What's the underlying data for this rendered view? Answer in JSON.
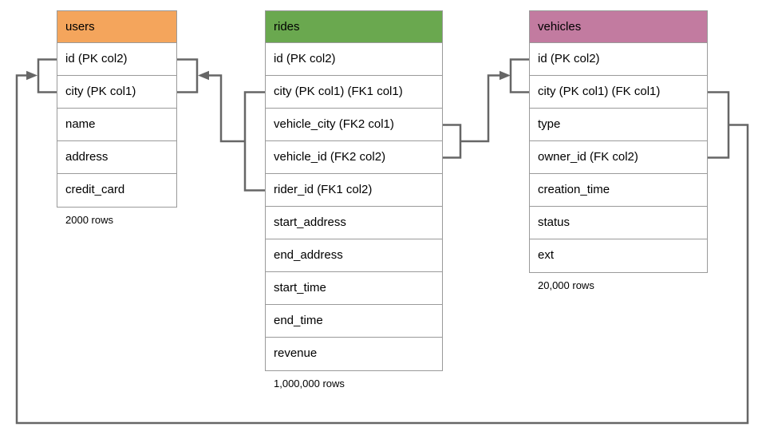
{
  "diagram": {
    "tables": [
      {
        "name": "users",
        "header_color": "#f4a55c",
        "columns": [
          "id (PK col2)",
          "city (PK col1)",
          "name",
          "address",
          "credit_card"
        ],
        "row_count": "2000 rows"
      },
      {
        "name": "rides",
        "header_color": "#6aa84f",
        "columns": [
          "id (PK col2)",
          "city (PK col1) (FK1 col1)",
          "vehicle_city (FK2 col1)",
          "vehicle_id (FK2 col2)",
          "rider_id (FK1 col2)",
          "start_address",
          "end_address",
          "start_time",
          "end_time",
          "revenue"
        ],
        "row_count": "1,000,000 rows"
      },
      {
        "name": "vehicles",
        "header_color": "#c27ba0",
        "columns": [
          "id (PK col2)",
          "city (PK col1) (FK col1)",
          "type",
          "owner_id (FK col2)",
          "creation_time",
          "status",
          "ext"
        ],
        "row_count": "20,000 rows"
      }
    ],
    "relationships": [
      {
        "name": "rides FK1 to users",
        "from_table": "rides",
        "from_columns": [
          "city (PK col1) (FK1 col1)",
          "rider_id (FK1 col2)"
        ],
        "to_table": "users",
        "to_columns": [
          "id (PK col2)",
          "city (PK col1)"
        ]
      },
      {
        "name": "rides FK2 to vehicles",
        "from_table": "rides",
        "from_columns": [
          "vehicle_city (FK2 col1)",
          "vehicle_id (FK2 col2)"
        ],
        "to_table": "vehicles",
        "to_columns": [
          "id (PK col2)",
          "city (PK col1) (FK col1)"
        ]
      },
      {
        "name": "vehicles FK to users",
        "from_table": "vehicles",
        "from_columns": [
          "city (PK col1) (FK col1)",
          "owner_id (FK col2)"
        ],
        "to_table": "users",
        "to_columns": [
          "id (PK col2)",
          "city (PK col1)"
        ]
      }
    ],
    "colors": {
      "connector": "#666666",
      "table_border": "#9a9a9a",
      "text": "#000000",
      "background": "#ffffff"
    }
  }
}
